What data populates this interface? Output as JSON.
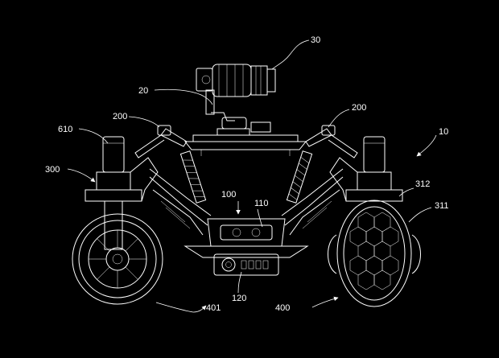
{
  "labels": {
    "l30": "30",
    "l20": "20",
    "l200a": "200",
    "l200b": "200",
    "l610": "610",
    "l10": "10",
    "l300": "300",
    "l312": "312",
    "l311": "311",
    "l100": "100",
    "l110": "110",
    "l120": "120",
    "l401": "401",
    "l400": "400"
  },
  "colors": {
    "background": "#000000",
    "line": "#ffffff"
  }
}
